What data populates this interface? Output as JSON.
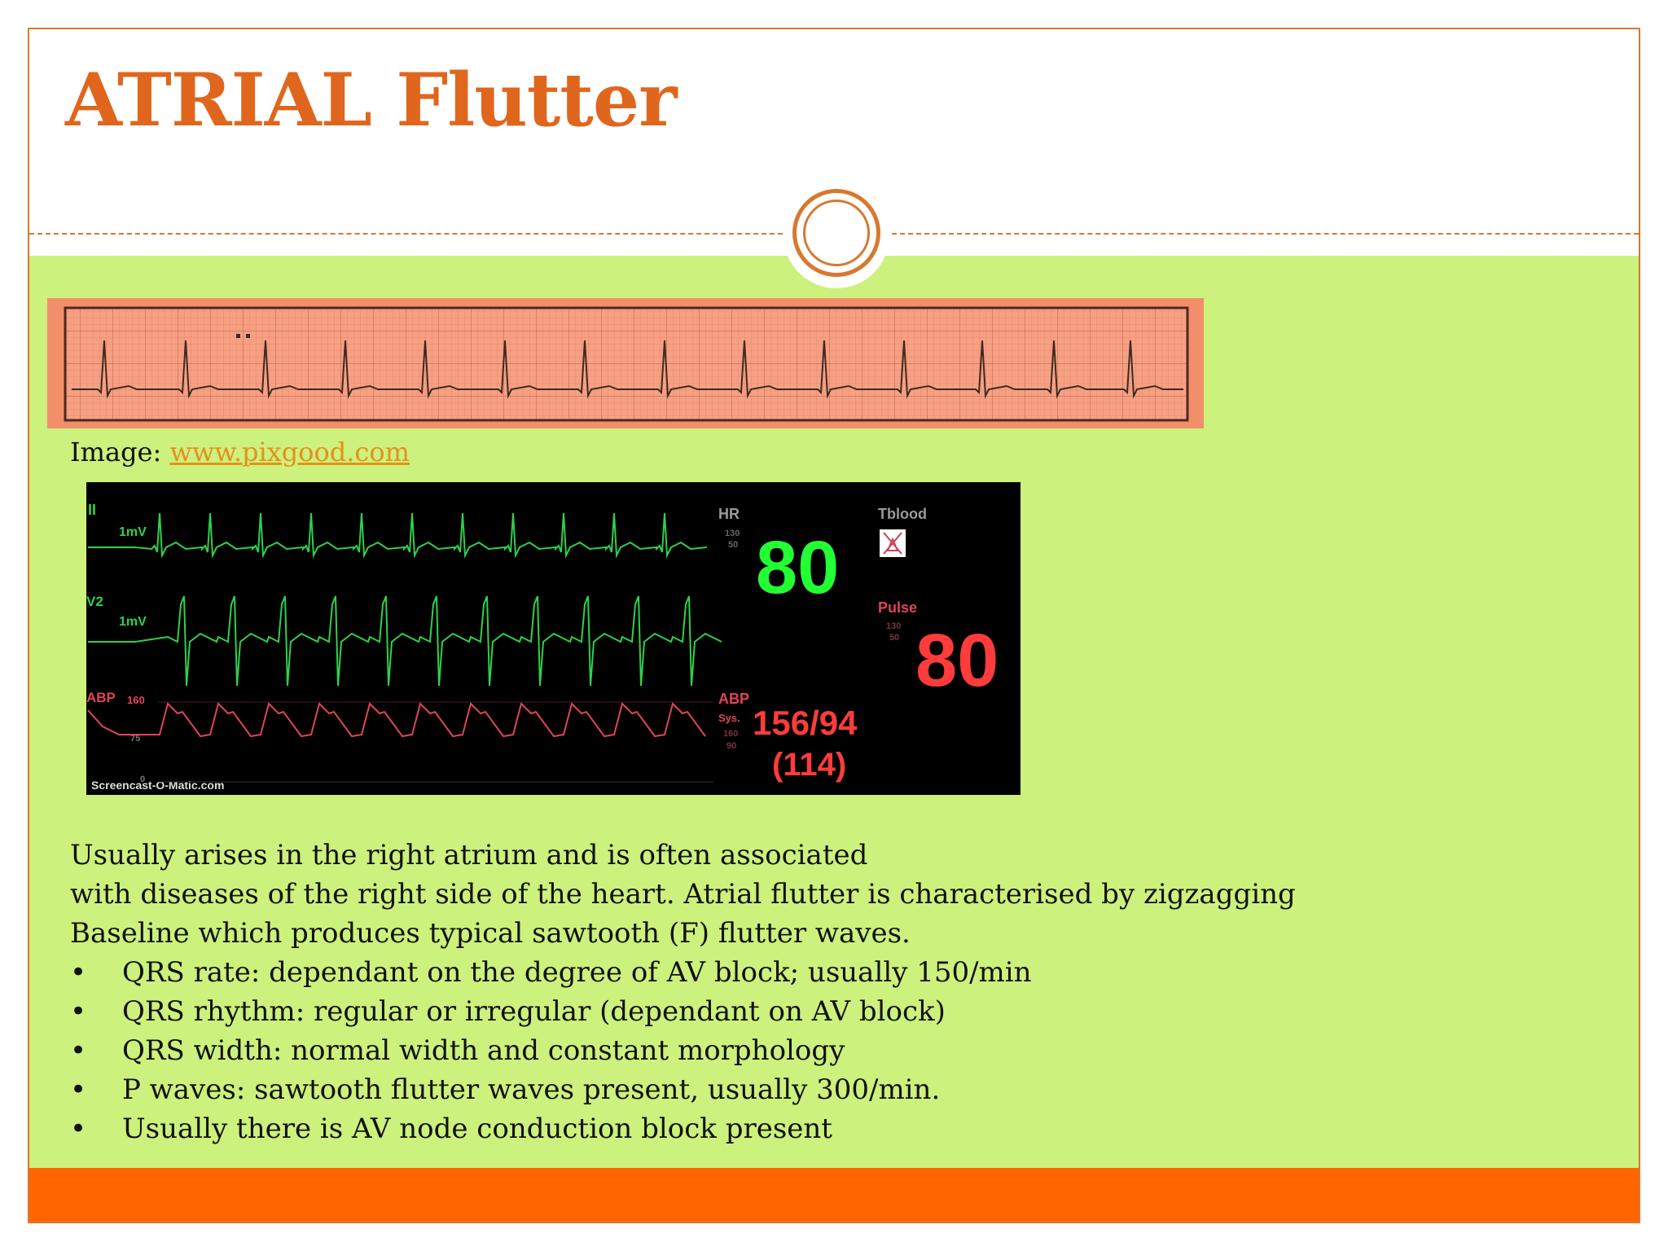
{
  "title": "ATRIAL Flutter",
  "caption": {
    "prefix": "Image:",
    "link": "www.pixgood.com"
  },
  "monitor": {
    "lead1": "II",
    "lead1_scale": "1mV",
    "lead2": "V2",
    "lead2_scale": "1mV",
    "abp_label": "ABP",
    "abp_scale_top": "160",
    "abp_scale_mid": "75",
    "abp_scale_bottom": "0",
    "watermark": "Screencast-O-Matic.com",
    "hr_label": "HR",
    "hr_limit_high": "130",
    "hr_limit_low": "50",
    "hr_value": "80",
    "tblood_label": "Tblood",
    "pulse_label": "Pulse",
    "pulse_limit_high": "130",
    "pulse_limit_low": "50",
    "pulse_value": "80",
    "abp_side_label": "ABP",
    "abp_sys_label": "Sys.",
    "abp_limit_high": "160",
    "abp_limit_low": "90",
    "abp_value": "156/94",
    "abp_mean": "(114)",
    "colors": {
      "ecg": "#2ed14a",
      "hr": "#22ff33",
      "alarm": "#ff3b3b",
      "abp_wave": "#e0445a"
    }
  },
  "description": [
    "Usually arises in the right atrium and is often associated",
    "with diseases of the right side of the heart. Atrial flutter is characterised by zigzagging",
    "Baseline which produces typical sawtooth (F) flutter waves."
  ],
  "bullet_char": "•",
  "bullets": [
    "QRS rate: dependant on the degree of AV block; usually 150/min",
    "QRS rhythm: regular or irregular (dependant on AV block)",
    "QRS width: normal width and constant morphology",
    "P waves: sawtooth flutter waves present, usually 300/min.",
    "Usually there is AV node conduction block present"
  ],
  "theme": {
    "accent": "#d9772f",
    "title": "#e0661d",
    "content_bg": "#ccf17c",
    "footer": "#ff6600"
  }
}
